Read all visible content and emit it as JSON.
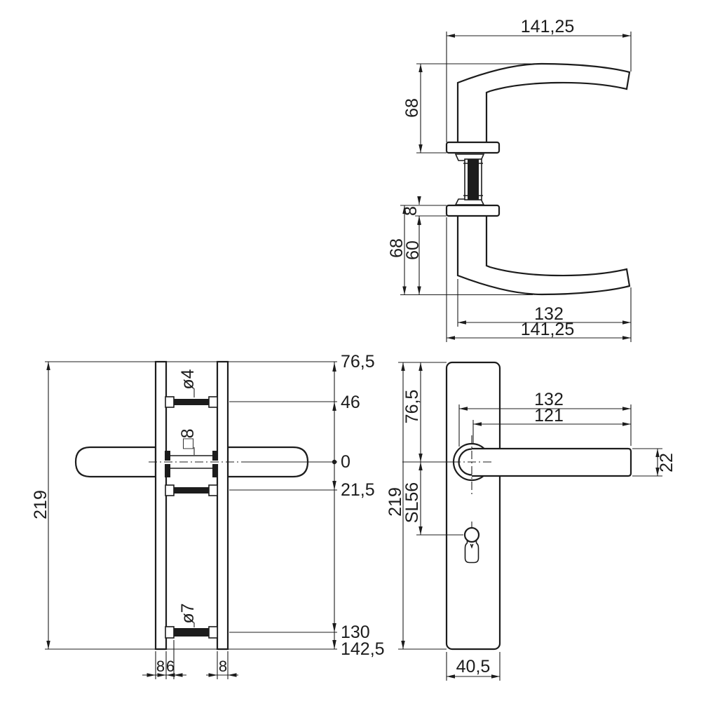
{
  "app": {
    "background": "#ffffff",
    "line_color": "#1c1c1c",
    "drawing_type": "door-handle-technical-drawing"
  },
  "views": {
    "side": {
      "name": "lever-pair-side-view",
      "total_top": "141,25",
      "upper_height": "68",
      "rose_height": "8",
      "lower_height": "68",
      "lower_neck_height": "60",
      "grip_proj": "132",
      "total_bottom": "141,25"
    },
    "section": {
      "name": "backplate-edge-section-view",
      "length": "219",
      "screw_top": "ø4",
      "spindle": "□8",
      "screw_bottom": "ø7",
      "p76": "76,5",
      "p46": "46",
      "p0": "0",
      "p21": "21,5",
      "p130": "130",
      "p142": "142,5",
      "thk_left": "8",
      "sleeve": "6",
      "thk_right": "8"
    },
    "front": {
      "name": "backplate-front-view",
      "length": "219",
      "top_center": "76,5",
      "sl": "SL56",
      "grip_total": "132",
      "grip_inner": "121",
      "grip_h": "22",
      "width": "40,5"
    }
  }
}
